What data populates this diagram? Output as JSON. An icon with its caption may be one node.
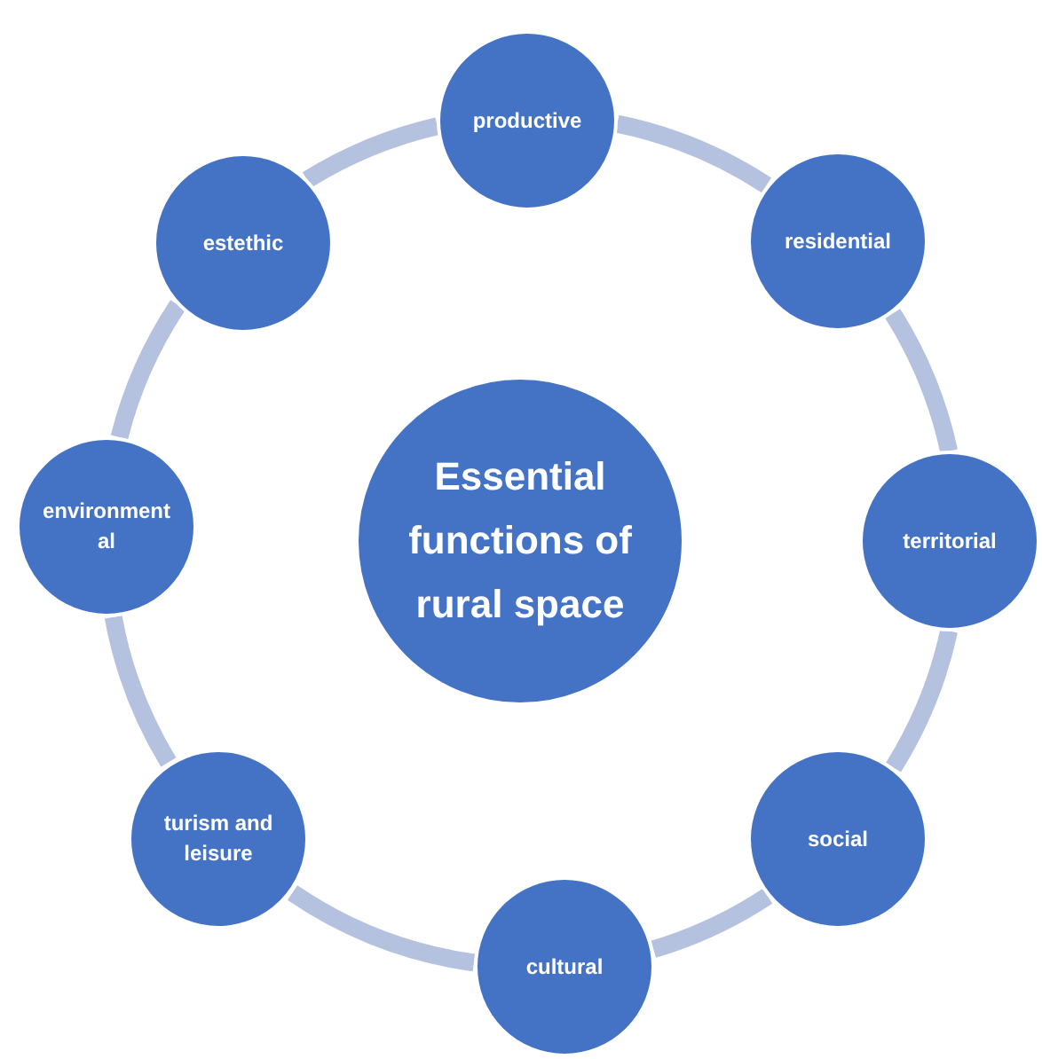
{
  "diagram": {
    "nodes": [
      {
        "text": [
          "Essential functions of rural space"
        ]
      },
      {
        "text": [
          "productive"
        ]
      },
      {
        "text": [
          "residential"
        ]
      },
      {
        "text": [
          "territorial"
        ]
      },
      {
        "text": [
          "social"
        ]
      },
      {
        "text": [
          "cultural"
        ]
      },
      {
        "text": [
          "turism and leisure"
        ]
      },
      {
        "text": [
          "environmental"
        ]
      },
      {
        "text": [
          "estethic"
        ]
      }
    ],
    "edges": [
      {
        "from": 1,
        "to": 2,
        "arrow": "none"
      },
      {
        "from": 2,
        "to": 3,
        "arrow": "none"
      },
      {
        "from": 3,
        "to": 4,
        "arrow": "none"
      },
      {
        "from": 4,
        "to": 5,
        "arrow": "none"
      },
      {
        "from": 5,
        "to": 6,
        "arrow": "none"
      },
      {
        "from": 6,
        "to": 7,
        "arrow": "none"
      },
      {
        "from": 7,
        "to": 8,
        "arrow": "none"
      },
      {
        "from": 8,
        "to": 1,
        "arrow": "none"
      }
    ]
  }
}
